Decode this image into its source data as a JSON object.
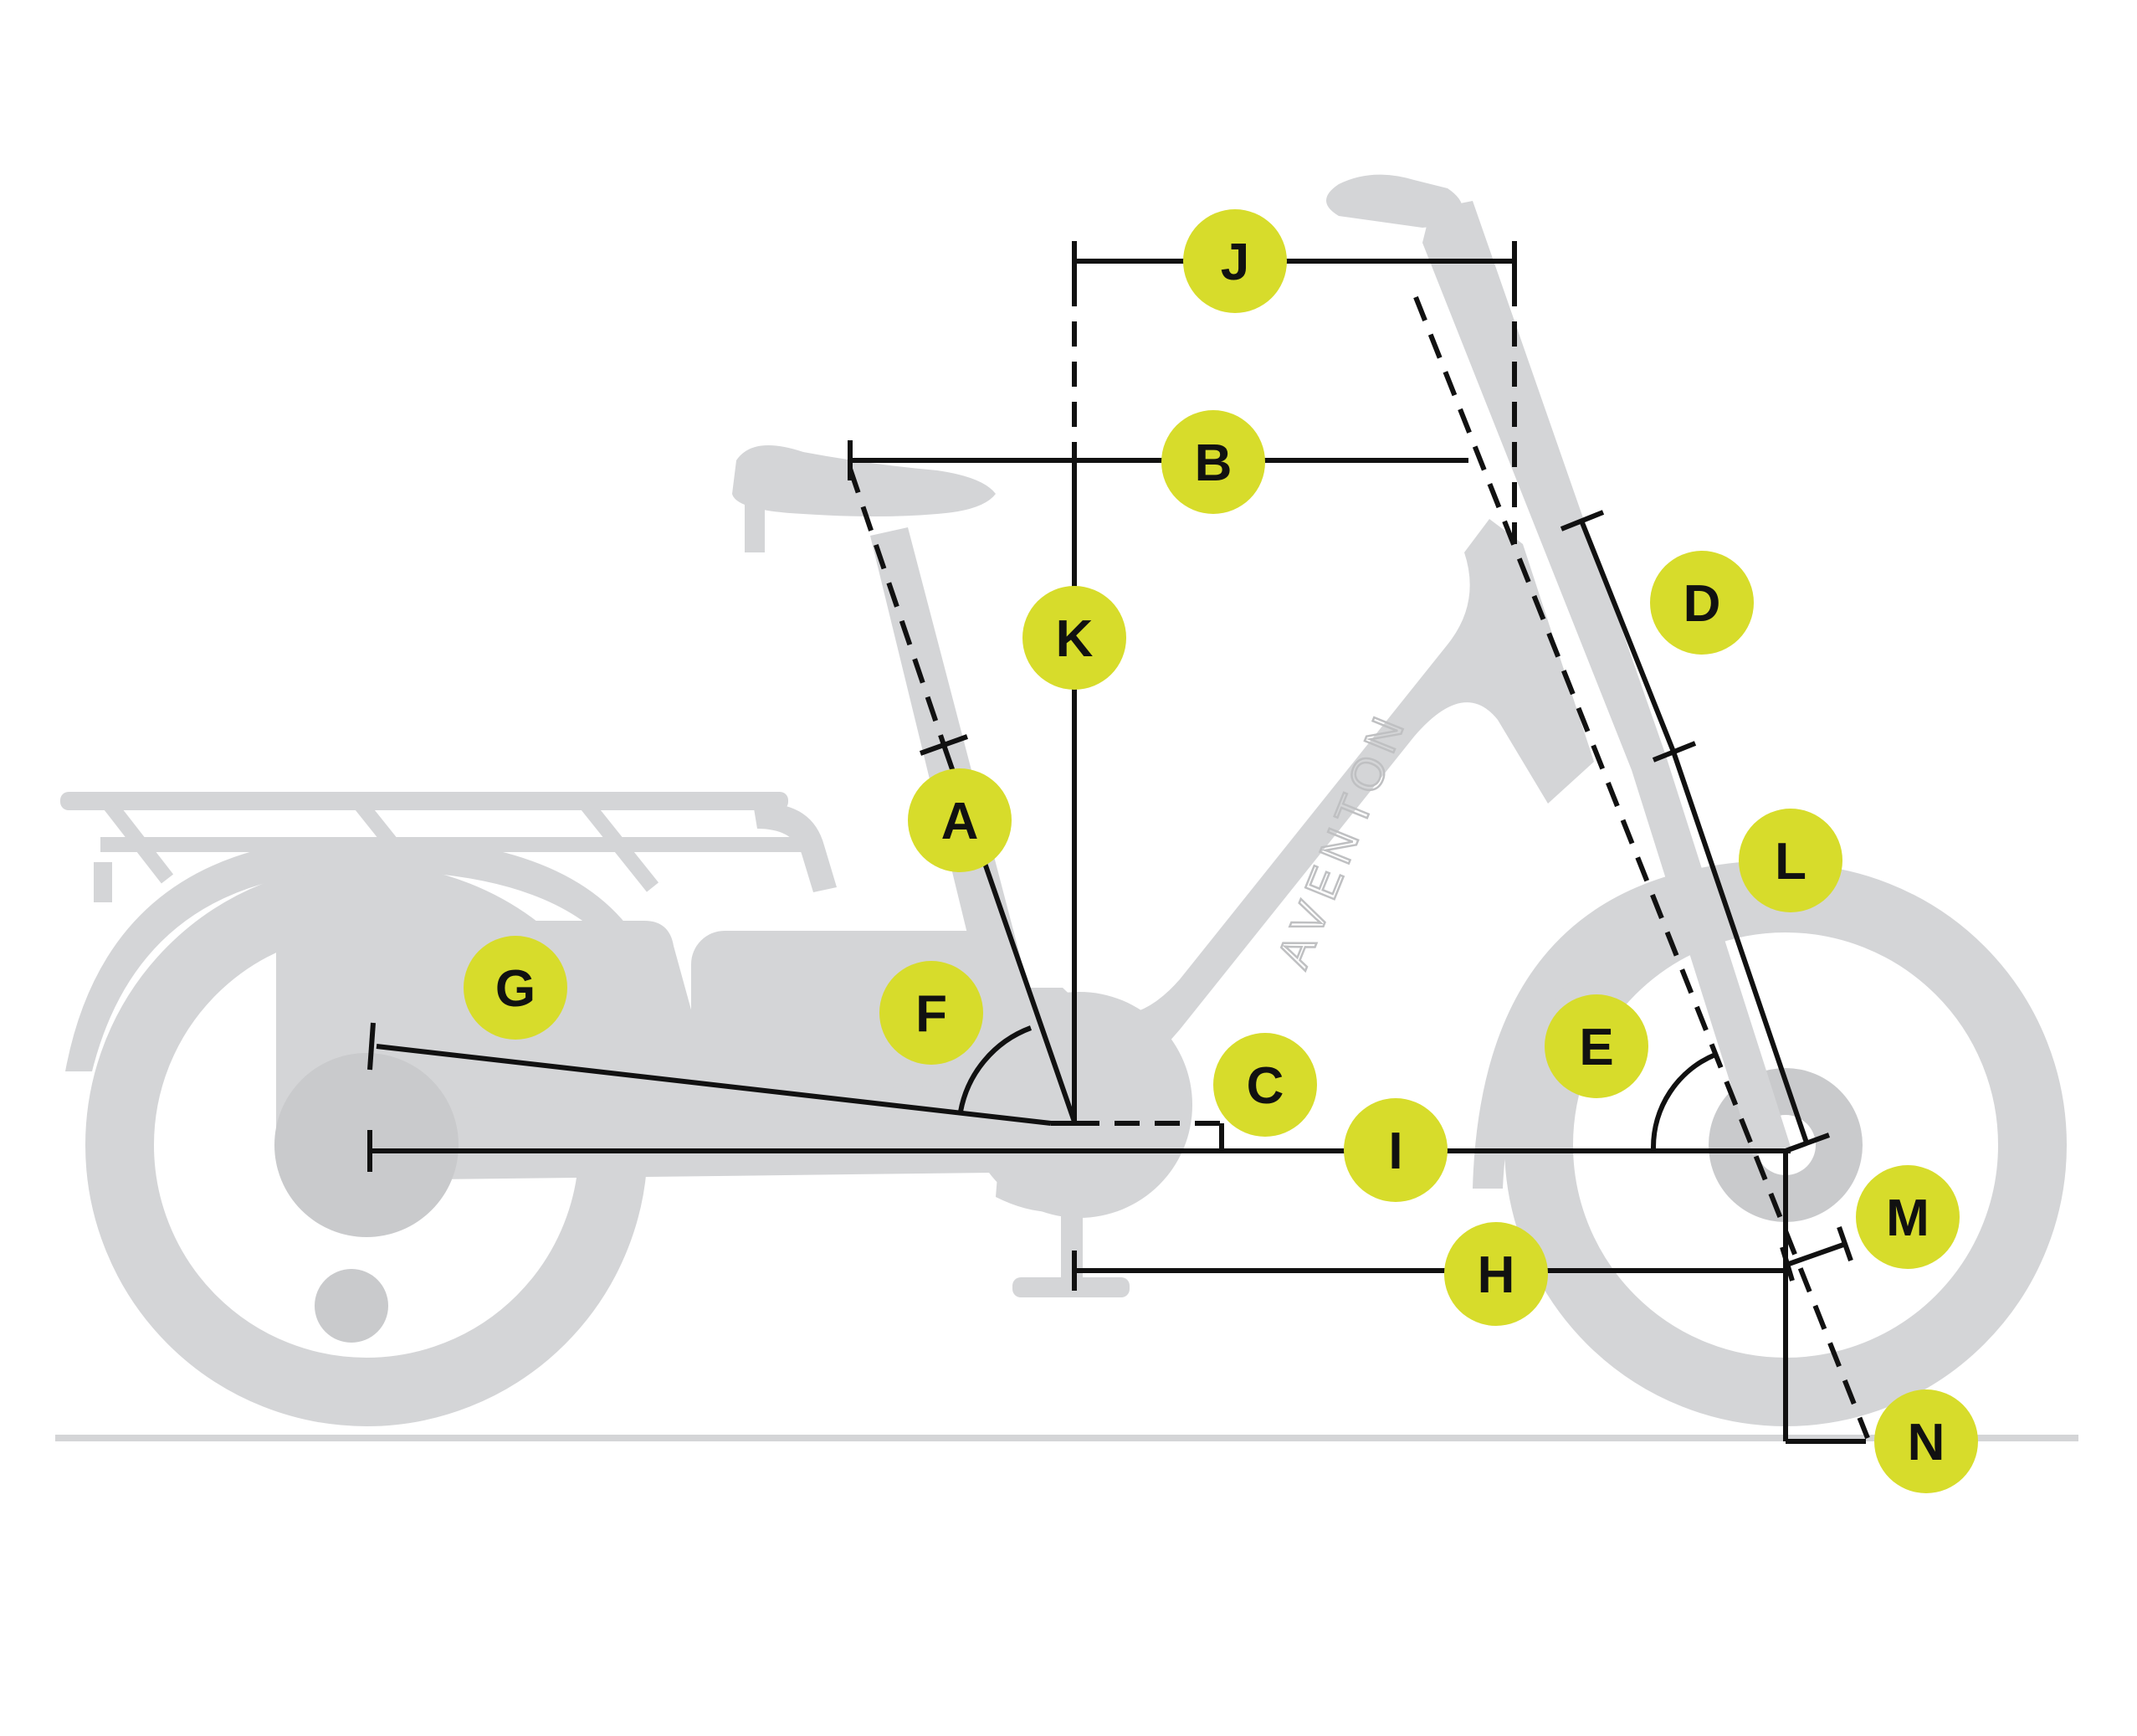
{
  "brand": "AVENTON",
  "colors": {
    "badge": "#d7dc2b",
    "bike_silhouette": "#d4d5d7",
    "dimension_lines": "#111111",
    "ground": "#d4d5d7"
  },
  "badges": {
    "A": "A",
    "B": "B",
    "C": "C",
    "D": "D",
    "E": "E",
    "F": "F",
    "G": "G",
    "H": "H",
    "I": "I",
    "J": "J",
    "K": "K",
    "L": "L",
    "M": "M",
    "N": "N"
  }
}
